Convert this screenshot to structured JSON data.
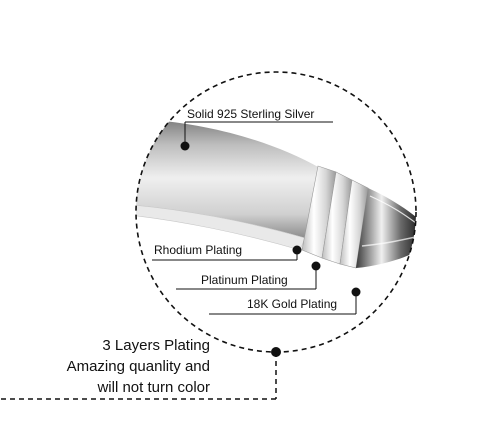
{
  "labels": {
    "silver": "Solid 925 Sterling Silver",
    "rhodium": "Rhodium Plating",
    "platinum": "Platinum Plating",
    "gold": "18K Gold Plating"
  },
  "caption": {
    "line1": "3 Layers Plating",
    "line2": "Amazing quanlity and",
    "line3": "will not turn color"
  },
  "colors": {
    "line": "#111111",
    "metal_light": "#f4f4f4",
    "metal_dark": "#8a8a8a",
    "band": "#dcdcdc"
  }
}
